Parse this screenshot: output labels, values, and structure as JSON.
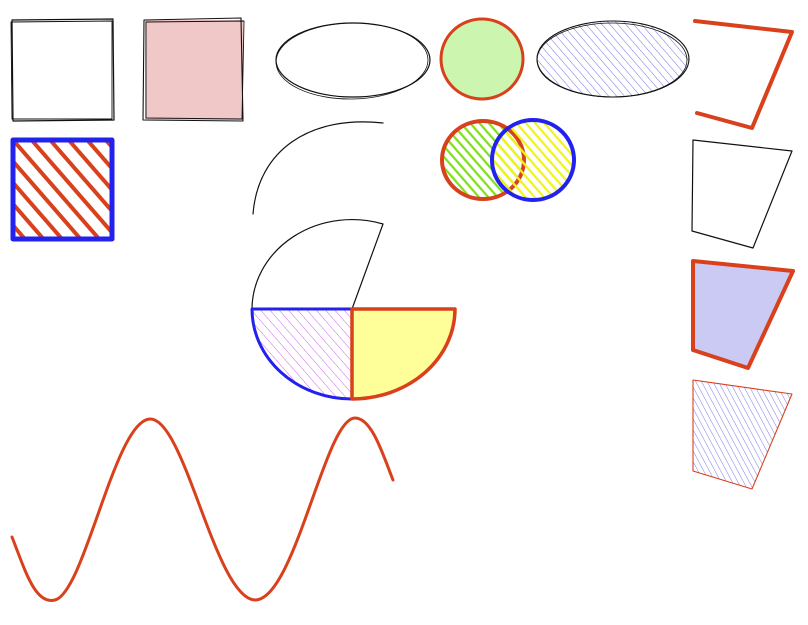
{
  "colors": {
    "ink": "#111111",
    "red": "#d9401c",
    "blue": "#2222ee",
    "pink_fill": "#f0c8c8",
    "light_green": "#ccf5b0",
    "hatch_blue": "#7b7be8",
    "green": "#7fe01c",
    "yellow": "#f3f31c",
    "lavender": "#cacaf5",
    "violet_hatch": "#cc66ee",
    "pale_yellow": "#ffff99"
  },
  "shapes": [
    {
      "name": "plain-square",
      "kind": "rectangle",
      "style": "outline"
    },
    {
      "name": "pink-square",
      "kind": "rectangle",
      "style": "solid fill"
    },
    {
      "name": "plain-ellipse",
      "kind": "ellipse",
      "style": "outline"
    },
    {
      "name": "green-circle",
      "kind": "circle",
      "style": "solid fill"
    },
    {
      "name": "hatched-ellipse",
      "kind": "ellipse",
      "style": "hachure"
    },
    {
      "name": "red-polyline",
      "kind": "polyline",
      "style": "stroke"
    },
    {
      "name": "striped-square",
      "kind": "rectangle",
      "style": "hachure"
    },
    {
      "name": "open-arc",
      "kind": "arc",
      "style": "stroke"
    },
    {
      "name": "overlapping-circles",
      "kind": "circle",
      "style": "hachure"
    },
    {
      "name": "outline-trapezoid",
      "kind": "polygon",
      "style": "outline"
    },
    {
      "name": "lavender-trapezoid",
      "kind": "polygon",
      "style": "solid fill"
    },
    {
      "name": "hatched-trapezoid",
      "kind": "polygon",
      "style": "hachure"
    },
    {
      "name": "pie-sectors",
      "kind": "arc",
      "style": "mixed"
    },
    {
      "name": "sine-wave",
      "kind": "curve",
      "style": "stroke"
    }
  ]
}
